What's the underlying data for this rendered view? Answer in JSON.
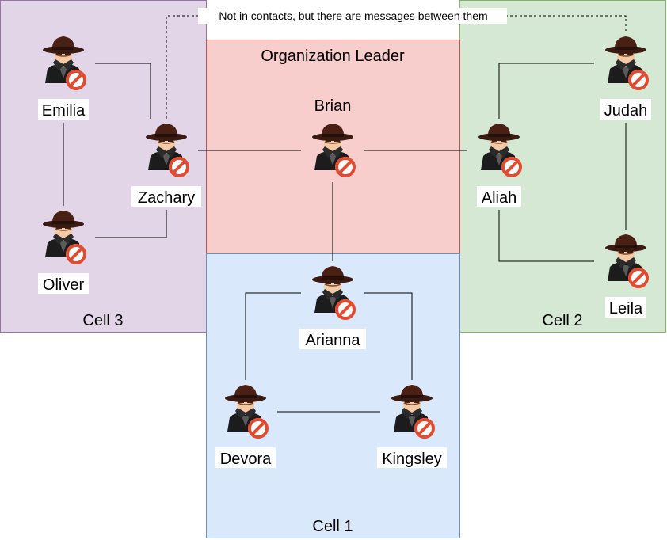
{
  "regions": {
    "leader": {
      "label": "Organization Leader",
      "fill": "#f8cecc",
      "stroke": "#b85450"
    },
    "cell1": {
      "label": "Cell 1",
      "fill": "#dae8fc",
      "stroke": "#6c8ebf"
    },
    "cell2": {
      "label": "Cell 2",
      "fill": "#d5e8d4",
      "stroke": "#82b366"
    },
    "cell3": {
      "label": "Cell 3",
      "fill": "#e1d5e7",
      "stroke": "#9673a6"
    }
  },
  "annotation": "Not in contacts, but there are messages between them",
  "icon": {
    "name": "spy-icon",
    "badge": "prohibited-badge",
    "hat_color": "#4a1f14",
    "badge_color": "#e24b2f"
  },
  "people": [
    {
      "id": "emilia",
      "name": "Emilia"
    },
    {
      "id": "oliver",
      "name": "Oliver"
    },
    {
      "id": "zachary",
      "name": "Zachary"
    },
    {
      "id": "brian",
      "name": "Brian"
    },
    {
      "id": "aliah",
      "name": "Aliah"
    },
    {
      "id": "judah",
      "name": "Judah"
    },
    {
      "id": "leila",
      "name": "Leila"
    },
    {
      "id": "arianna",
      "name": "Arianna"
    },
    {
      "id": "devora",
      "name": "Devora"
    },
    {
      "id": "kingsley",
      "name": "Kingsley"
    }
  ],
  "connections": [
    {
      "from": "emilia",
      "to": "zachary",
      "style": "solid"
    },
    {
      "from": "emilia",
      "to": "oliver",
      "style": "solid"
    },
    {
      "from": "oliver",
      "to": "zachary",
      "style": "solid"
    },
    {
      "from": "zachary",
      "to": "brian",
      "style": "solid"
    },
    {
      "from": "brian",
      "to": "aliah",
      "style": "solid"
    },
    {
      "from": "brian",
      "to": "arianna",
      "style": "solid"
    },
    {
      "from": "aliah",
      "to": "judah",
      "style": "solid"
    },
    {
      "from": "aliah",
      "to": "leila",
      "style": "solid"
    },
    {
      "from": "judah",
      "to": "leila",
      "style": "solid"
    },
    {
      "from": "arianna",
      "to": "devora",
      "style": "solid"
    },
    {
      "from": "arianna",
      "to": "kingsley",
      "style": "solid"
    },
    {
      "from": "devora",
      "to": "kingsley",
      "style": "solid"
    },
    {
      "from": "zachary",
      "to": "judah",
      "style": "dashed"
    }
  ]
}
